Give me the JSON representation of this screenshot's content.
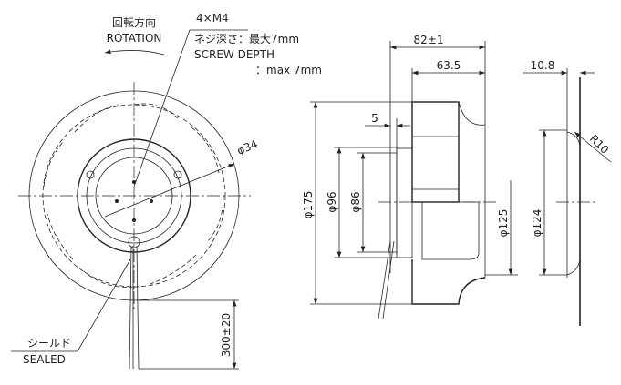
{
  "front_view": {
    "rotation_jp": "回転方向",
    "rotation_en": "ROTATION",
    "screw_spec": "4×M4",
    "screw_depth_jp": "ネジ深さ：最大7mm",
    "screw_depth_en": "SCREW DEPTH",
    "screw_depth_max": "：max 7mm",
    "dia_34": "φ34",
    "cable_length": "300±20",
    "sealed_jp": "シールド",
    "sealed_en": "SEALED"
  },
  "side_view": {
    "overall_depth": "82±1",
    "depth_63_5": "63.5",
    "offset_5": "5",
    "dia_175": "φ175",
    "dia_96": "φ96",
    "dia_86": "φ86",
    "dia_125": "φ125"
  },
  "ring_view": {
    "thickness": "10.8",
    "radius": "R10",
    "dia_124": "φ124"
  }
}
